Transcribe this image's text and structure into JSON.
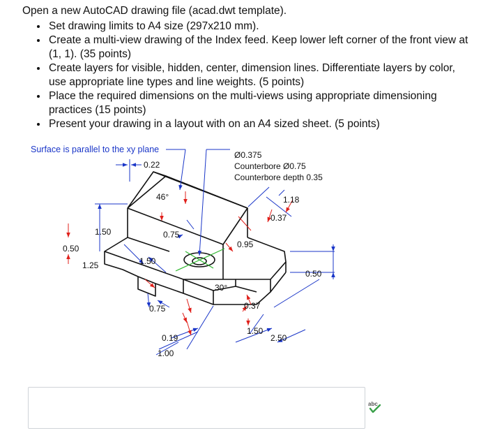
{
  "question": {
    "title": "Open a new AutoCAD drawing file (acad.dwt template).",
    "items": [
      "Set drawing limits to A4 size (297x210 mm).",
      "Create a multi-view drawing of the Index feed. Keep lower left corner of the front view at (1, 1). (35 points)",
      "Create layers for visible, hidden, center, dimension lines. Differentiate layers by color, use appropriate line types and line weights. (5 points)",
      "Place the required dimensions on the multi-views using appropriate dimensioning practices (15 points)",
      "Present your drawing in a layout with on an A4 sized sheet. (5 points)"
    ]
  },
  "figure": {
    "note_surface": "Surface is parallel to the xy plane",
    "dim_022": "0.22",
    "dim_hole_dia": "Ø0.375",
    "dim_counterbore": "Counterbore Ø0.75",
    "dim_counterbore_depth": "Counterbore depth 0.35",
    "dim_46": "46°",
    "dim_118": "1.18",
    "dim_037_top": "0.37",
    "dim_150_left": "1.50",
    "dim_075_mid": "0.75",
    "dim_095": "0.95",
    "dim_050_left": "0.50",
    "dim_125": "1.25",
    "dim_150_mid": "1.50",
    "dim_050_right": "0.50",
    "dim_30": "30°",
    "dim_075_low": "0.75",
    "dim_037_low": "0.37",
    "dim_150_bottom": "1.50",
    "dim_250": "2.50",
    "dim_019": "0.19",
    "dim_100": "1.00"
  },
  "answer": {
    "value": "",
    "placeholder": ""
  },
  "colors": {
    "red": "#e0201b",
    "blue": "#1a36c8",
    "green": "#2fb82f"
  },
  "icons": {
    "spellcheck": "abc-spellcheck-icon"
  }
}
